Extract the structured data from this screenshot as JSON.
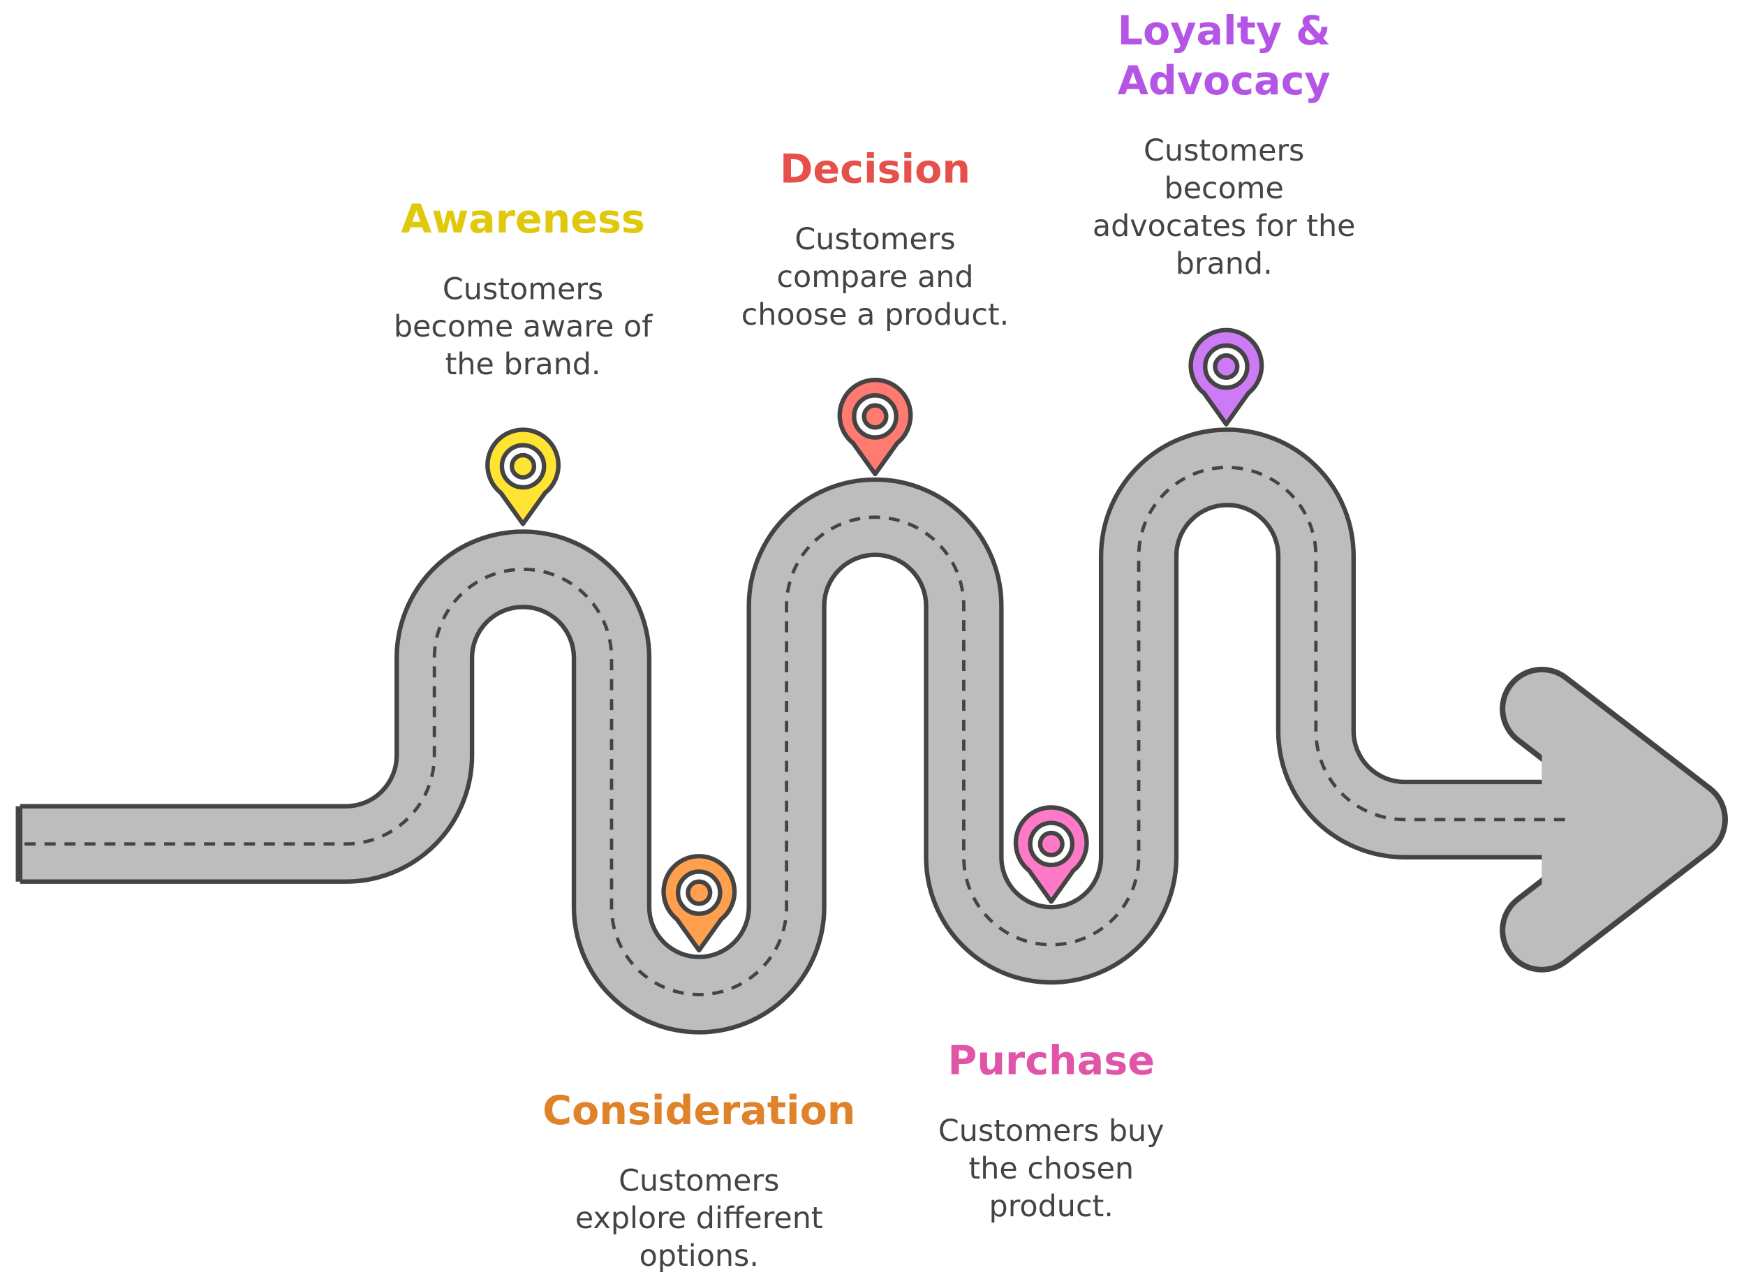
{
  "stages": [
    {
      "title": "Awareness",
      "color": "#E0C90C",
      "pin": "#FFE433",
      "lines": [
        "Customers",
        "become aware of",
        "the brand."
      ]
    },
    {
      "title": "Consideration",
      "color": "#E0822A",
      "pin": "#FFA04F",
      "lines": [
        "Customers",
        "explore different",
        "options."
      ]
    },
    {
      "title": "Decision",
      "color": "#E5504A",
      "pin": "#FF7A70",
      "lines": [
        "Customers",
        "compare and",
        "choose a product."
      ]
    },
    {
      "title": "Purchase",
      "color": "#E055A8",
      "pin": "#FF7AC6",
      "lines": [
        "Customers buy",
        "the chosen",
        "product."
      ]
    },
    {
      "title": "Loyalty &",
      "title2": "Advocacy",
      "color": "#B455E6",
      "pin": "#CC7AF5",
      "lines": [
        "Customers",
        "become",
        "advocates for the",
        "brand."
      ]
    }
  ]
}
